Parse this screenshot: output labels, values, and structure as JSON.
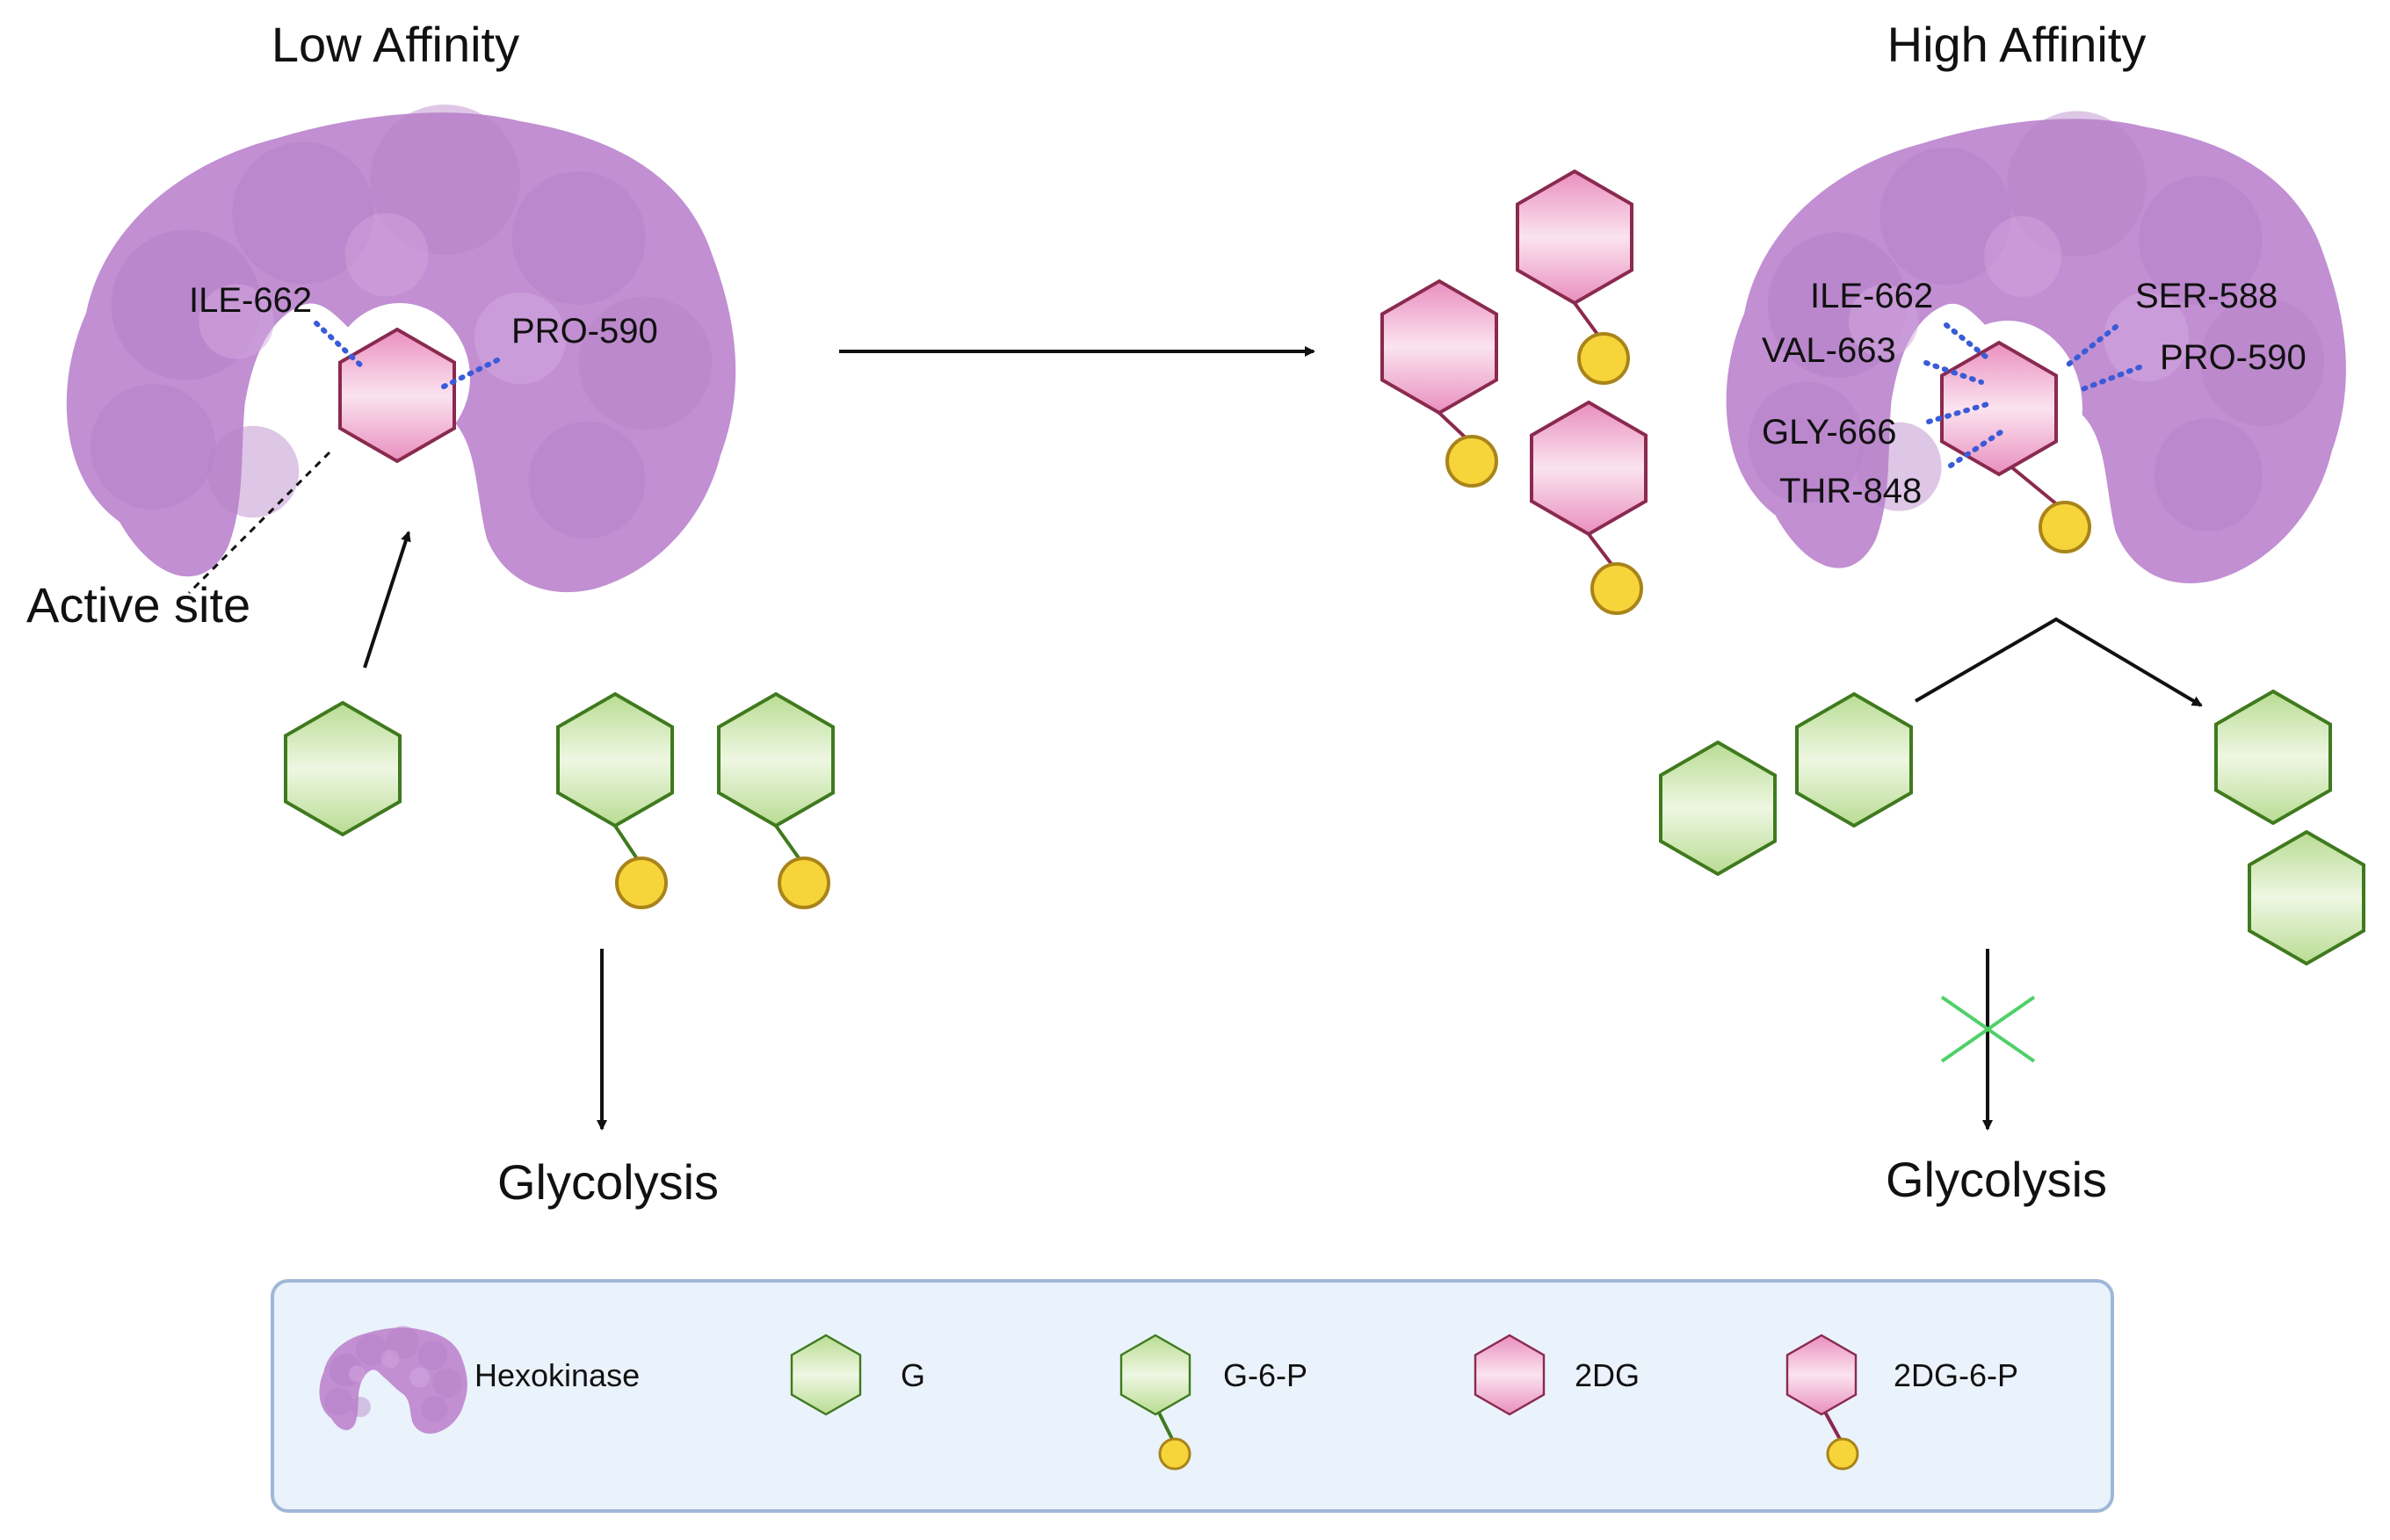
{
  "left_panel": {
    "title": "Low Affinity",
    "residues": [
      "ILE-662",
      "PRO-590"
    ],
    "active_site_label": "Active site",
    "output_label": "Glycolysis"
  },
  "right_panel": {
    "title": "High Affinity",
    "residues_left": [
      "ILE-662",
      "VAL-663",
      "GLY-666",
      "THR-848"
    ],
    "residues_right": [
      "SER-588",
      "PRO-590"
    ],
    "output_label": "Glycolysis",
    "blocked": true
  },
  "legend": {
    "items": [
      {
        "label": "Hexokinase",
        "icon": "hexokinase-icon"
      },
      {
        "label": "G",
        "icon": "glucose-hexagon-icon"
      },
      {
        "label": "G-6-P",
        "icon": "glucose-6-phosphate-icon"
      },
      {
        "label": "2DG",
        "icon": "2dg-hexagon-icon"
      },
      {
        "label": "2DG-6-P",
        "icon": "2dg-6-phosphate-icon"
      }
    ]
  },
  "colors": {
    "hexokinase": "#c18fd2",
    "hexokinase_shade": "#b582c8",
    "glucose_fill": "#cde6b0",
    "glucose_stroke": "#3f7a1e",
    "dg_fill": "#f2b6d6",
    "dg_stroke": "#8a2a4e",
    "phosphate_fill": "#f7d43a",
    "phosphate_stroke": "#a8841a",
    "interaction_dots": "#3a5bd8",
    "legend_bg": "#eaf2fb",
    "legend_border": "#9fb7d8",
    "block_x": "#4fd06a"
  }
}
